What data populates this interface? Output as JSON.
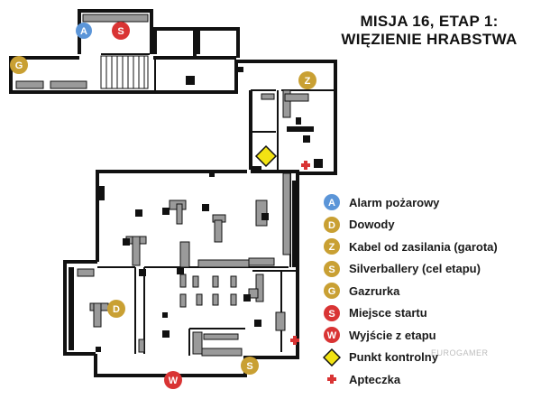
{
  "title": {
    "line1": "MISJA 16, ETAP 1:",
    "line2": "WIĘZIENIE HRABSTWA"
  },
  "colors": {
    "blue": "#5b95d8",
    "gold": "#c9a033",
    "red": "#d93434",
    "yellow": "#f2e313",
    "wall": "#111111",
    "furniture": "#9a9a9a"
  },
  "legend": [
    {
      "symbol": "A",
      "shape": "circle",
      "color": "blue",
      "label": "Alarm pożarowy"
    },
    {
      "symbol": "D",
      "shape": "circle",
      "color": "gold",
      "label": "Dowody"
    },
    {
      "symbol": "Z",
      "shape": "circle",
      "color": "gold",
      "label": "Kabel od zasilania (garota)"
    },
    {
      "symbol": "S",
      "shape": "circle",
      "color": "gold",
      "label": "Silverballery (cel etapu)"
    },
    {
      "symbol": "G",
      "shape": "circle",
      "color": "gold",
      "label": "Gazrurka"
    },
    {
      "symbol": "S",
      "shape": "circle",
      "color": "red",
      "label": "Miejsce startu"
    },
    {
      "symbol": "W",
      "shape": "circle",
      "color": "red",
      "label": "Wyjście z etapu"
    },
    {
      "symbol": "",
      "shape": "diamond",
      "color": "yellow",
      "label": "Punkt kontrolny"
    },
    {
      "symbol": "",
      "shape": "cross",
      "color": "red",
      "label": "Apteczka"
    }
  ],
  "markers": [
    {
      "symbol": "A",
      "color": "blue"
    },
    {
      "symbol": "S",
      "color": "red"
    },
    {
      "symbol": "G",
      "color": "gold"
    },
    {
      "symbol": "Z",
      "color": "gold"
    },
    {
      "symbol": "D",
      "color": "gold"
    },
    {
      "symbol": "S",
      "color": "gold"
    },
    {
      "symbol": "W",
      "color": "red"
    }
  ],
  "watermark": "EUROGAMER"
}
